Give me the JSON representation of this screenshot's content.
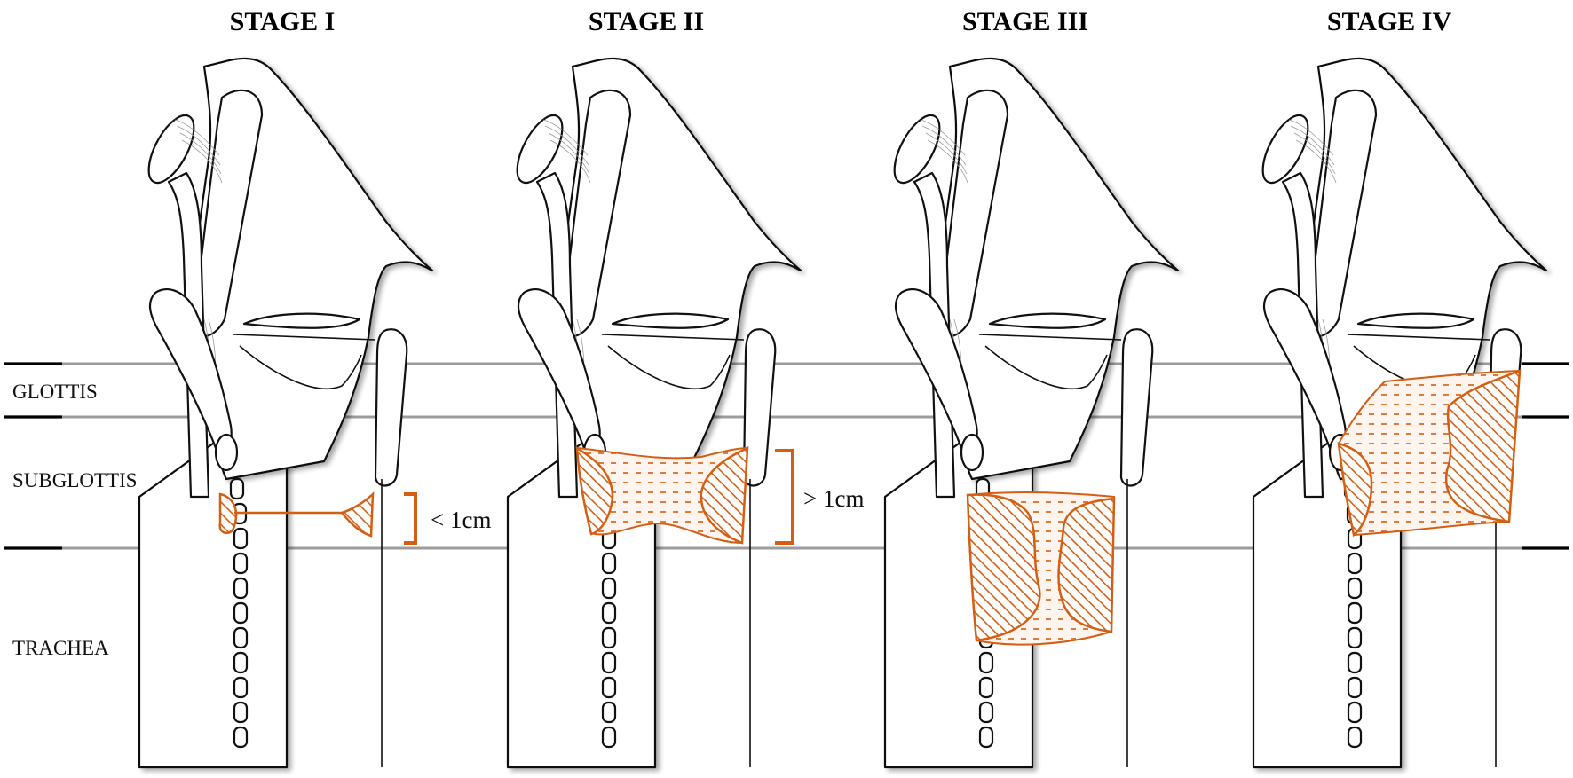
{
  "stages": [
    {
      "title": "STAGE I",
      "measure": "< 1cm"
    },
    {
      "title": "STAGE II",
      "measure": "> 1cm"
    },
    {
      "title": "STAGE III",
      "measure": ""
    },
    {
      "title": "STAGE IV",
      "measure": ""
    }
  ],
  "regions": {
    "glottis": "GLOTTIS",
    "subglottis": "SUBGLOTTIS",
    "trachea": "TRACHEA"
  },
  "colors": {
    "lesion": "#d45f14",
    "lesion_fill": "#fbe3d2",
    "band_line": "#9c9c9c",
    "outline": "#111111"
  }
}
